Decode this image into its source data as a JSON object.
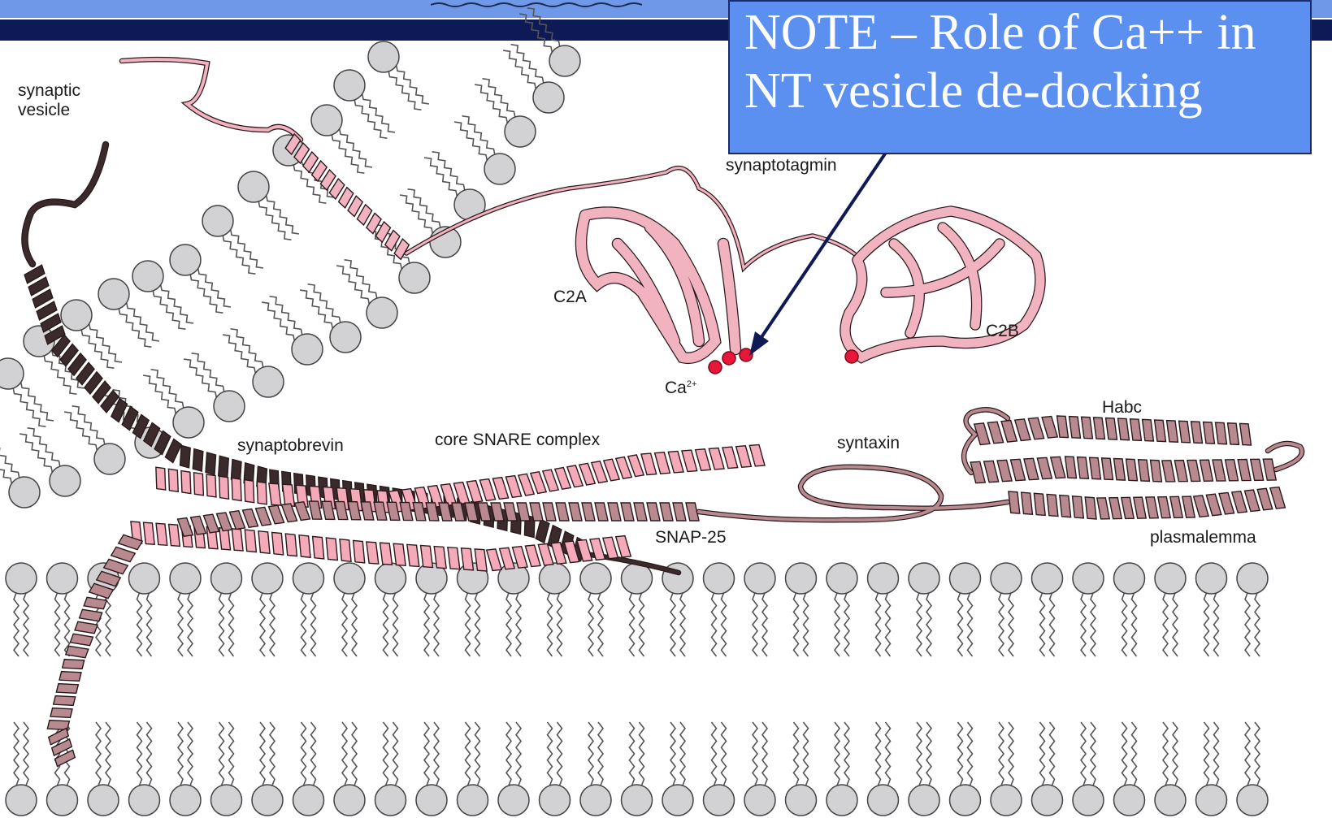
{
  "slide": {
    "note": "NOTE – Role of Ca++ in\nNT vesicle de-docking",
    "colors": {
      "top_bar": "#6f98e8",
      "header_band": "#0e1a55",
      "note_box": "#5b8ff0",
      "arrow": "#0e1a55",
      "synaptotagmin": "#f2b3c1",
      "synaptobrevin": "#3b2a2c",
      "syntaxin": "#b88a90",
      "snap25": "#f4aab8",
      "calcium": "#e8173a",
      "lipid_head": "#d2d2d4"
    }
  },
  "labels": {
    "synaptic_vesicle": "synaptic\nvesicle",
    "synaptotagmin": "synaptotagmin",
    "c2a": "C2A",
    "c2b": "C2B",
    "ca_base": "Ca",
    "ca_sup": "2+",
    "habc": "Habc",
    "synaptobrevin": "synaptobrevin",
    "core_snare": "core SNARE complex",
    "syntaxin": "syntaxin",
    "snap25": "SNAP-25",
    "plasmalemma": "plasmalemma"
  }
}
